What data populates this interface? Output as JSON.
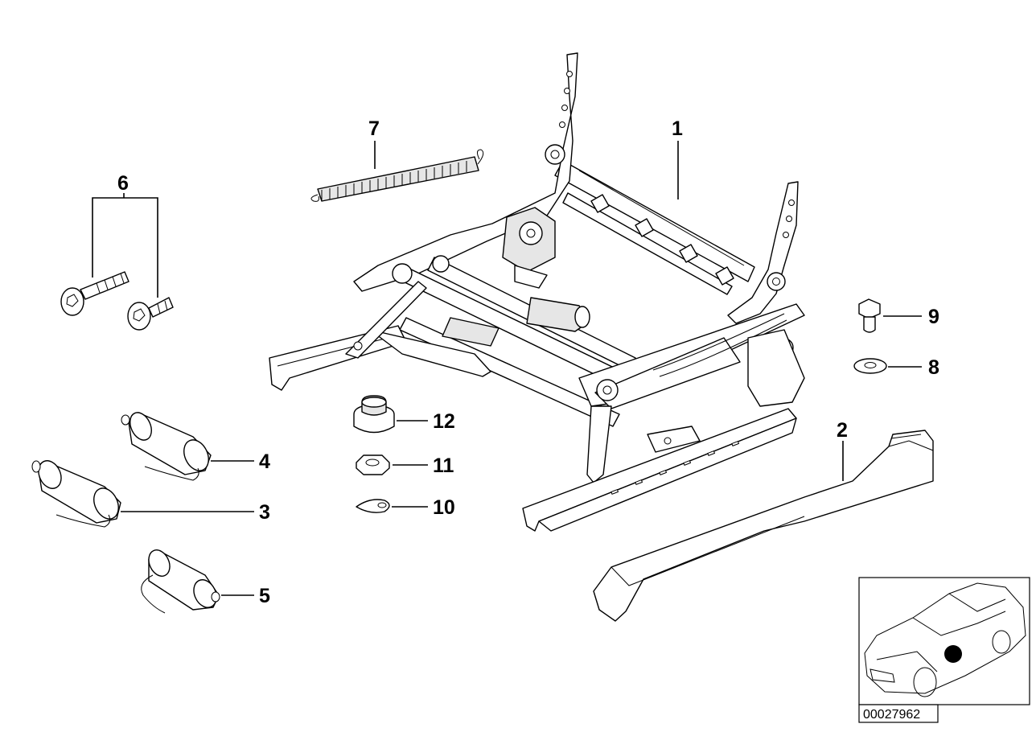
{
  "diagram": {
    "callouts": {
      "c1": "1",
      "c2": "2",
      "c3": "3",
      "c4": "4",
      "c5": "5",
      "c6": "6",
      "c7": "7",
      "c8": "8",
      "c9": "9",
      "c10": "10",
      "c11": "11",
      "c12": "12"
    },
    "reference_code": "00027962"
  }
}
